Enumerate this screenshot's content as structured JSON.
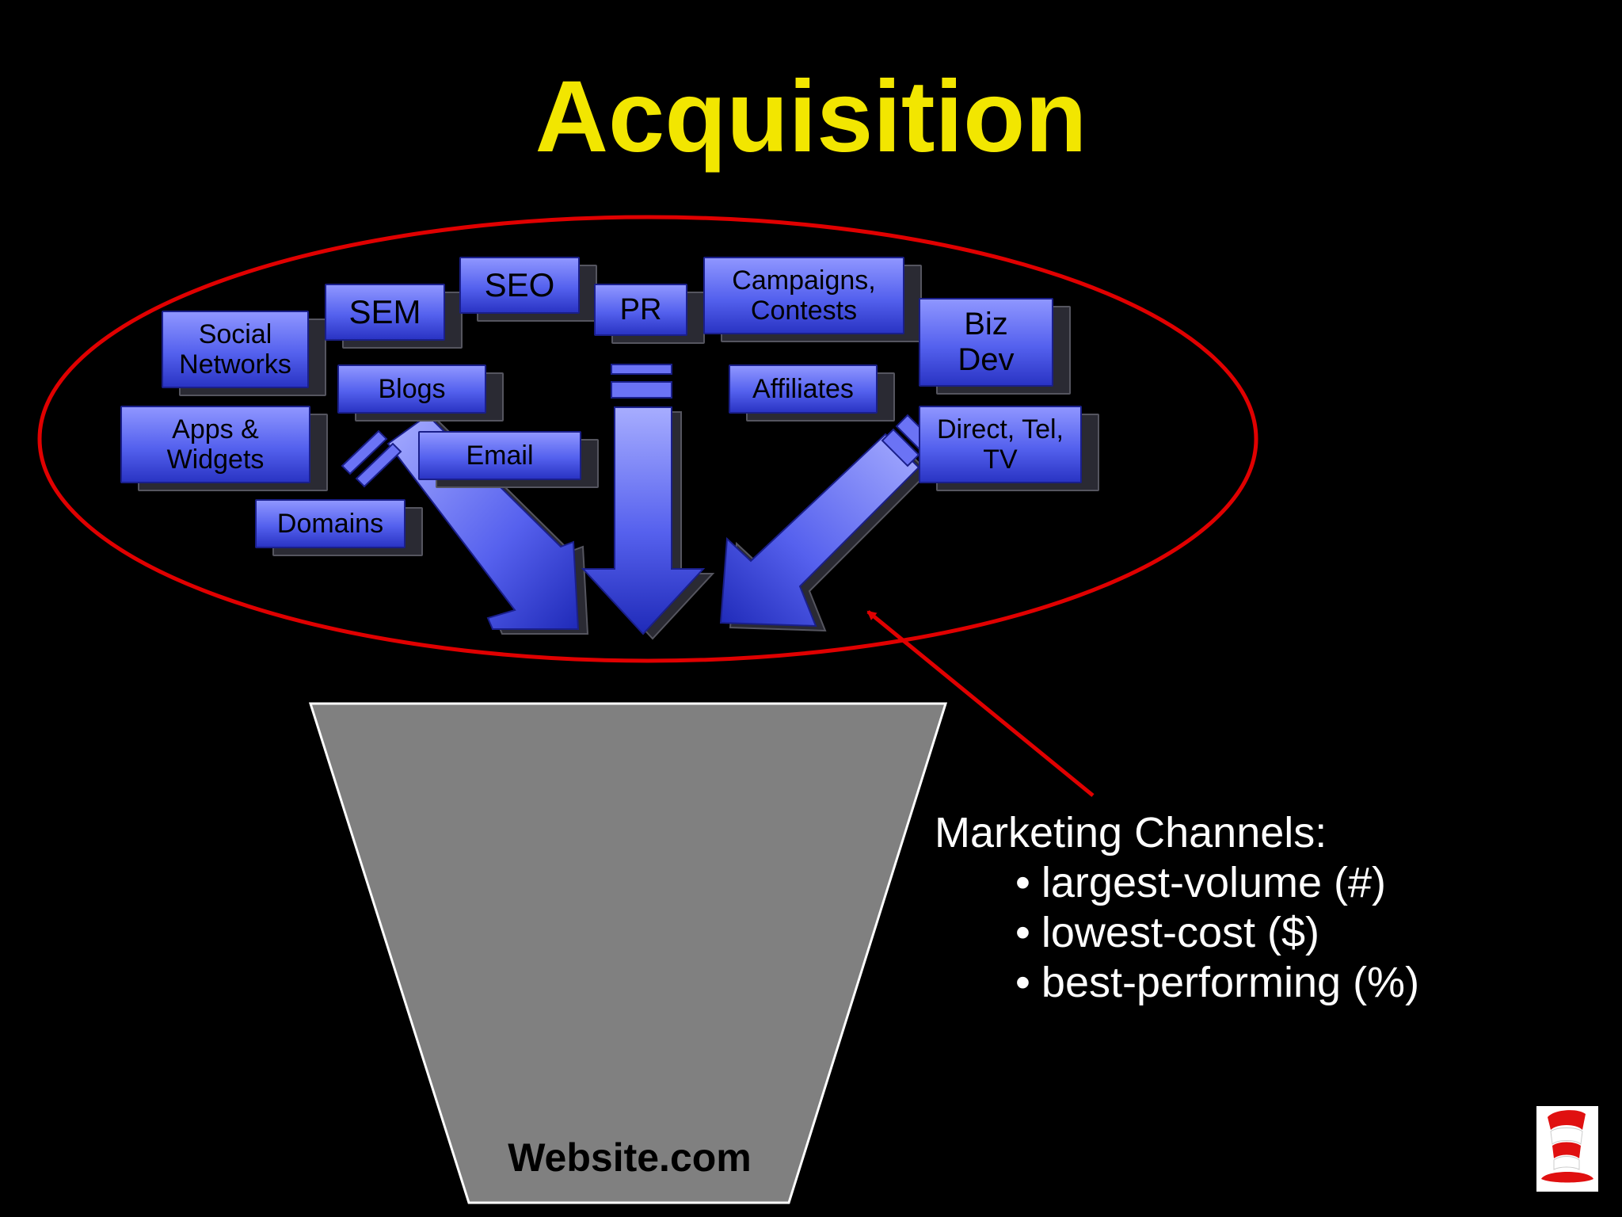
{
  "slide": {
    "title": "Acquisition",
    "colors": {
      "title": "#f2e600",
      "ellipse": "#e00000",
      "box_light": "#8f96ff",
      "box_dark": "#2a34c4",
      "funnel": "#808080"
    },
    "channels": [
      {
        "id": "social-networks",
        "label": "Social\nNetworks"
      },
      {
        "id": "sem",
        "label": "SEM"
      },
      {
        "id": "seo",
        "label": "SEO"
      },
      {
        "id": "pr",
        "label": "PR"
      },
      {
        "id": "campaigns-contests",
        "label": "Campaigns,\nContests"
      },
      {
        "id": "biz-dev",
        "label": "Biz\nDev"
      },
      {
        "id": "blogs",
        "label": "Blogs"
      },
      {
        "id": "affiliates",
        "label": "Affiliates"
      },
      {
        "id": "apps-widgets",
        "label": "Apps &\nWidgets"
      },
      {
        "id": "email",
        "label": "Email"
      },
      {
        "id": "direct-tel-tv",
        "label": "Direct, Tel,\nTV"
      },
      {
        "id": "domains",
        "label": "Domains"
      }
    ],
    "funnel_label": "Website.com",
    "notes": {
      "heading": "Marketing Channels:",
      "bullets": [
        "largest-volume (#)",
        "lowest-cost ($)",
        "best-performing (%)"
      ]
    },
    "logo_icon": "cat-in-the-hat-icon"
  }
}
